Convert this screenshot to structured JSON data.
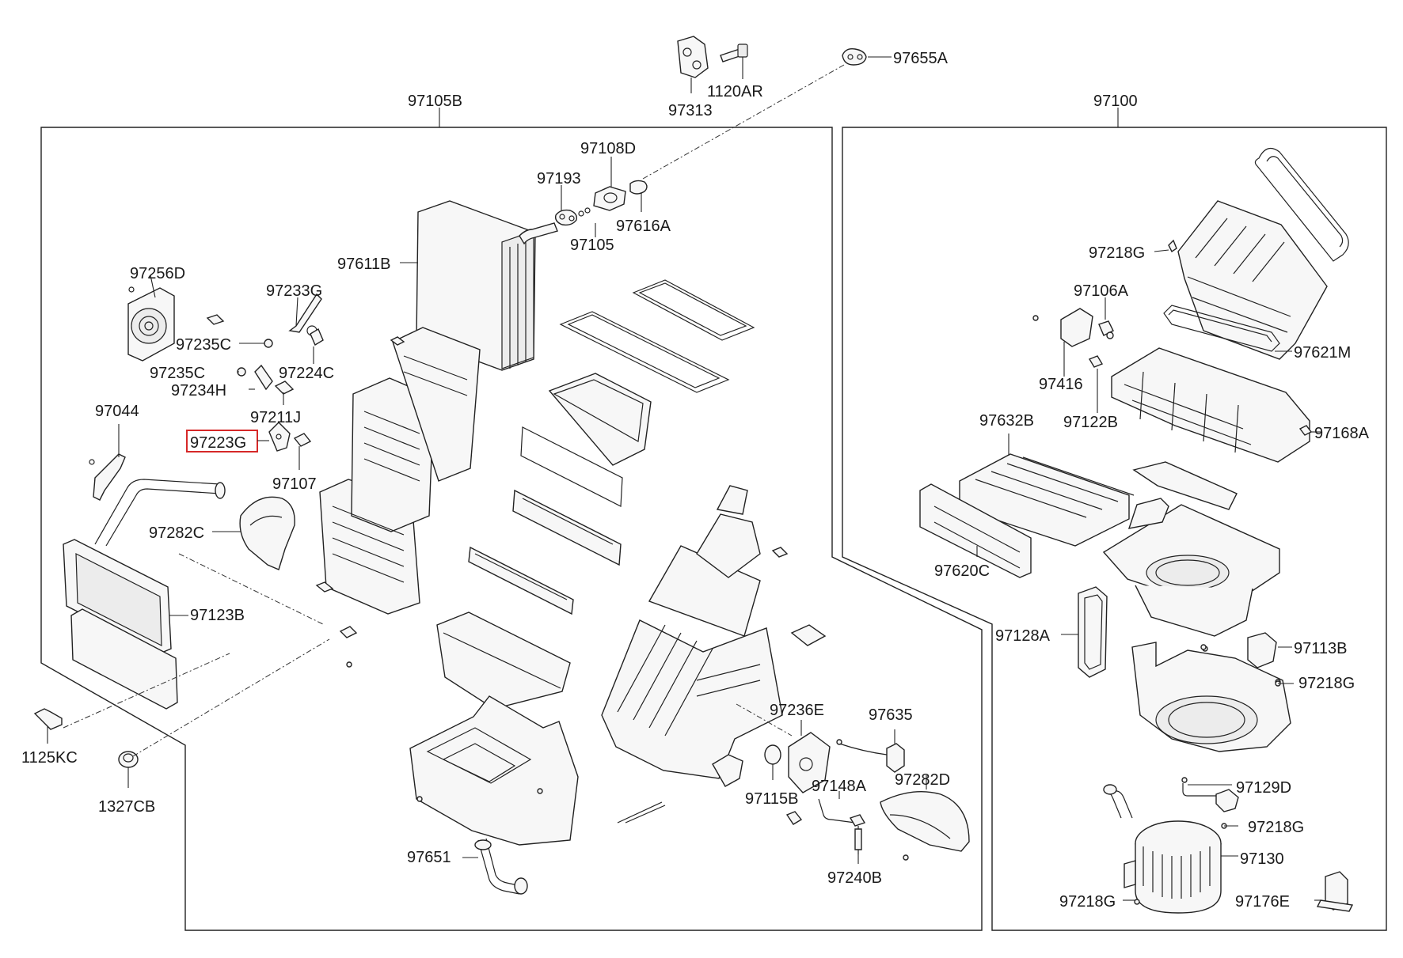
{
  "labels": {
    "l97655A": "97655A",
    "l97313": "97313",
    "l1120AR": "1120AR",
    "l97105B": "97105B",
    "l97100": "97100",
    "l97108D": "97108D",
    "l97193": "97193",
    "l97616A": "97616A",
    "l97105": "97105",
    "l97611B": "97611B",
    "l97256D": "97256D",
    "l97233G": "97233G",
    "l97235C_1": "97235C",
    "l97235C_2": "97235C",
    "l97224C": "97224C",
    "l97234H": "97234H",
    "l97211J": "97211J",
    "l97044": "97044",
    "l97223G": "97223G",
    "l97107": "97107",
    "l97282C": "97282C",
    "l97123B": "97123B",
    "l1125KC": "1125KC",
    "l1327CB": "1327CB",
    "l97651": "97651",
    "l97236E": "97236E",
    "l97635": "97635",
    "l97115B": "97115B",
    "l97148A": "97148A",
    "l97282D": "97282D",
    "l97240B": "97240B",
    "l97218G_1": "97218G",
    "l97106A": "97106A",
    "l97621M": "97621M",
    "l97416": "97416",
    "l97122B": "97122B",
    "l97168A": "97168A",
    "l97632B": "97632B",
    "l97620C": "97620C",
    "l97128A": "97128A",
    "l97113B": "97113B",
    "l97218G_2": "97218G",
    "l97129D": "97129D",
    "l97218G_3": "97218G",
    "l97130": "97130",
    "l97218G_4": "97218G",
    "l97176E": "97176E"
  },
  "highlight": {
    "label_key": "l97223G",
    "color": "#d62828"
  },
  "colors": {
    "line": "#222222",
    "highlight": "#d62828",
    "background": "#ffffff"
  }
}
